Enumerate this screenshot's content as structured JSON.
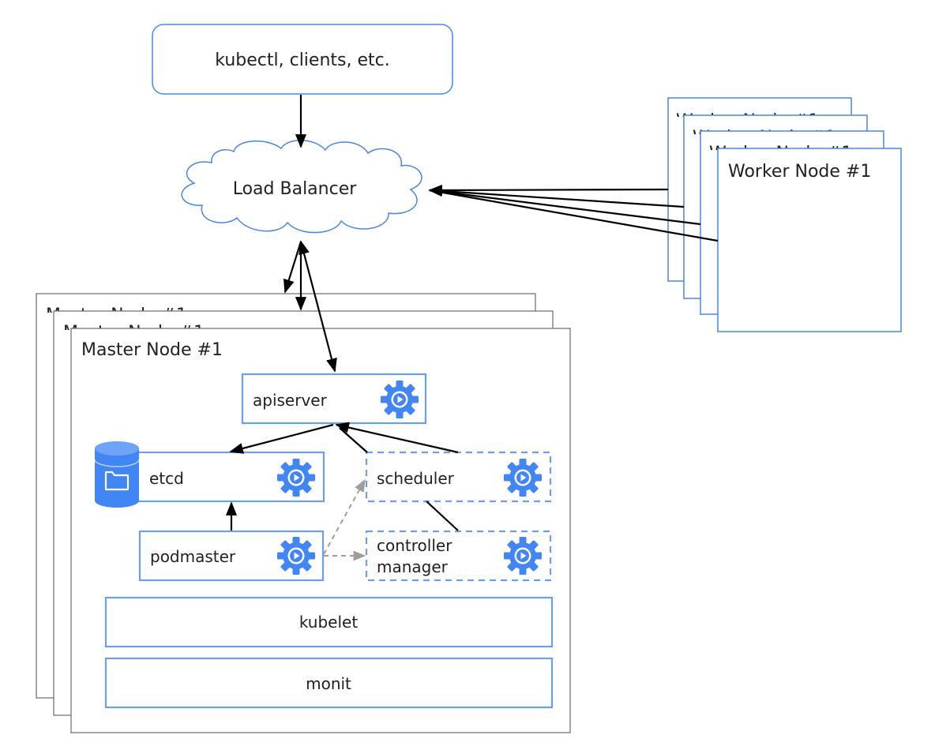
{
  "clients": {
    "label": "kubectl, clients, etc."
  },
  "load_balancer": {
    "label": "Load Balancer"
  },
  "worker_nodes": {
    "label": "Worker Node #1",
    "stack_label": "Worker Node #1"
  },
  "master_nodes": {
    "label": "Master Node #1",
    "stack_label": "Master Node #1"
  },
  "components": {
    "apiserver": "apiserver",
    "etcd": "etcd",
    "scheduler": "scheduler",
    "controller_manager_line1": "controller",
    "controller_manager_line2": "manager",
    "podmaster": "podmaster",
    "kubelet": "kubelet",
    "monit": "monit"
  },
  "colors": {
    "node_border": "#4a86e8",
    "component_border": "#6d9eeb",
    "icon_blue": "#4285f4",
    "master_border": "#757575",
    "arrow": "#000000",
    "dashed_arrow": "#9e9e9e"
  },
  "icons": {
    "component": "gear-play-icon",
    "storage": "database-folder-icon"
  }
}
